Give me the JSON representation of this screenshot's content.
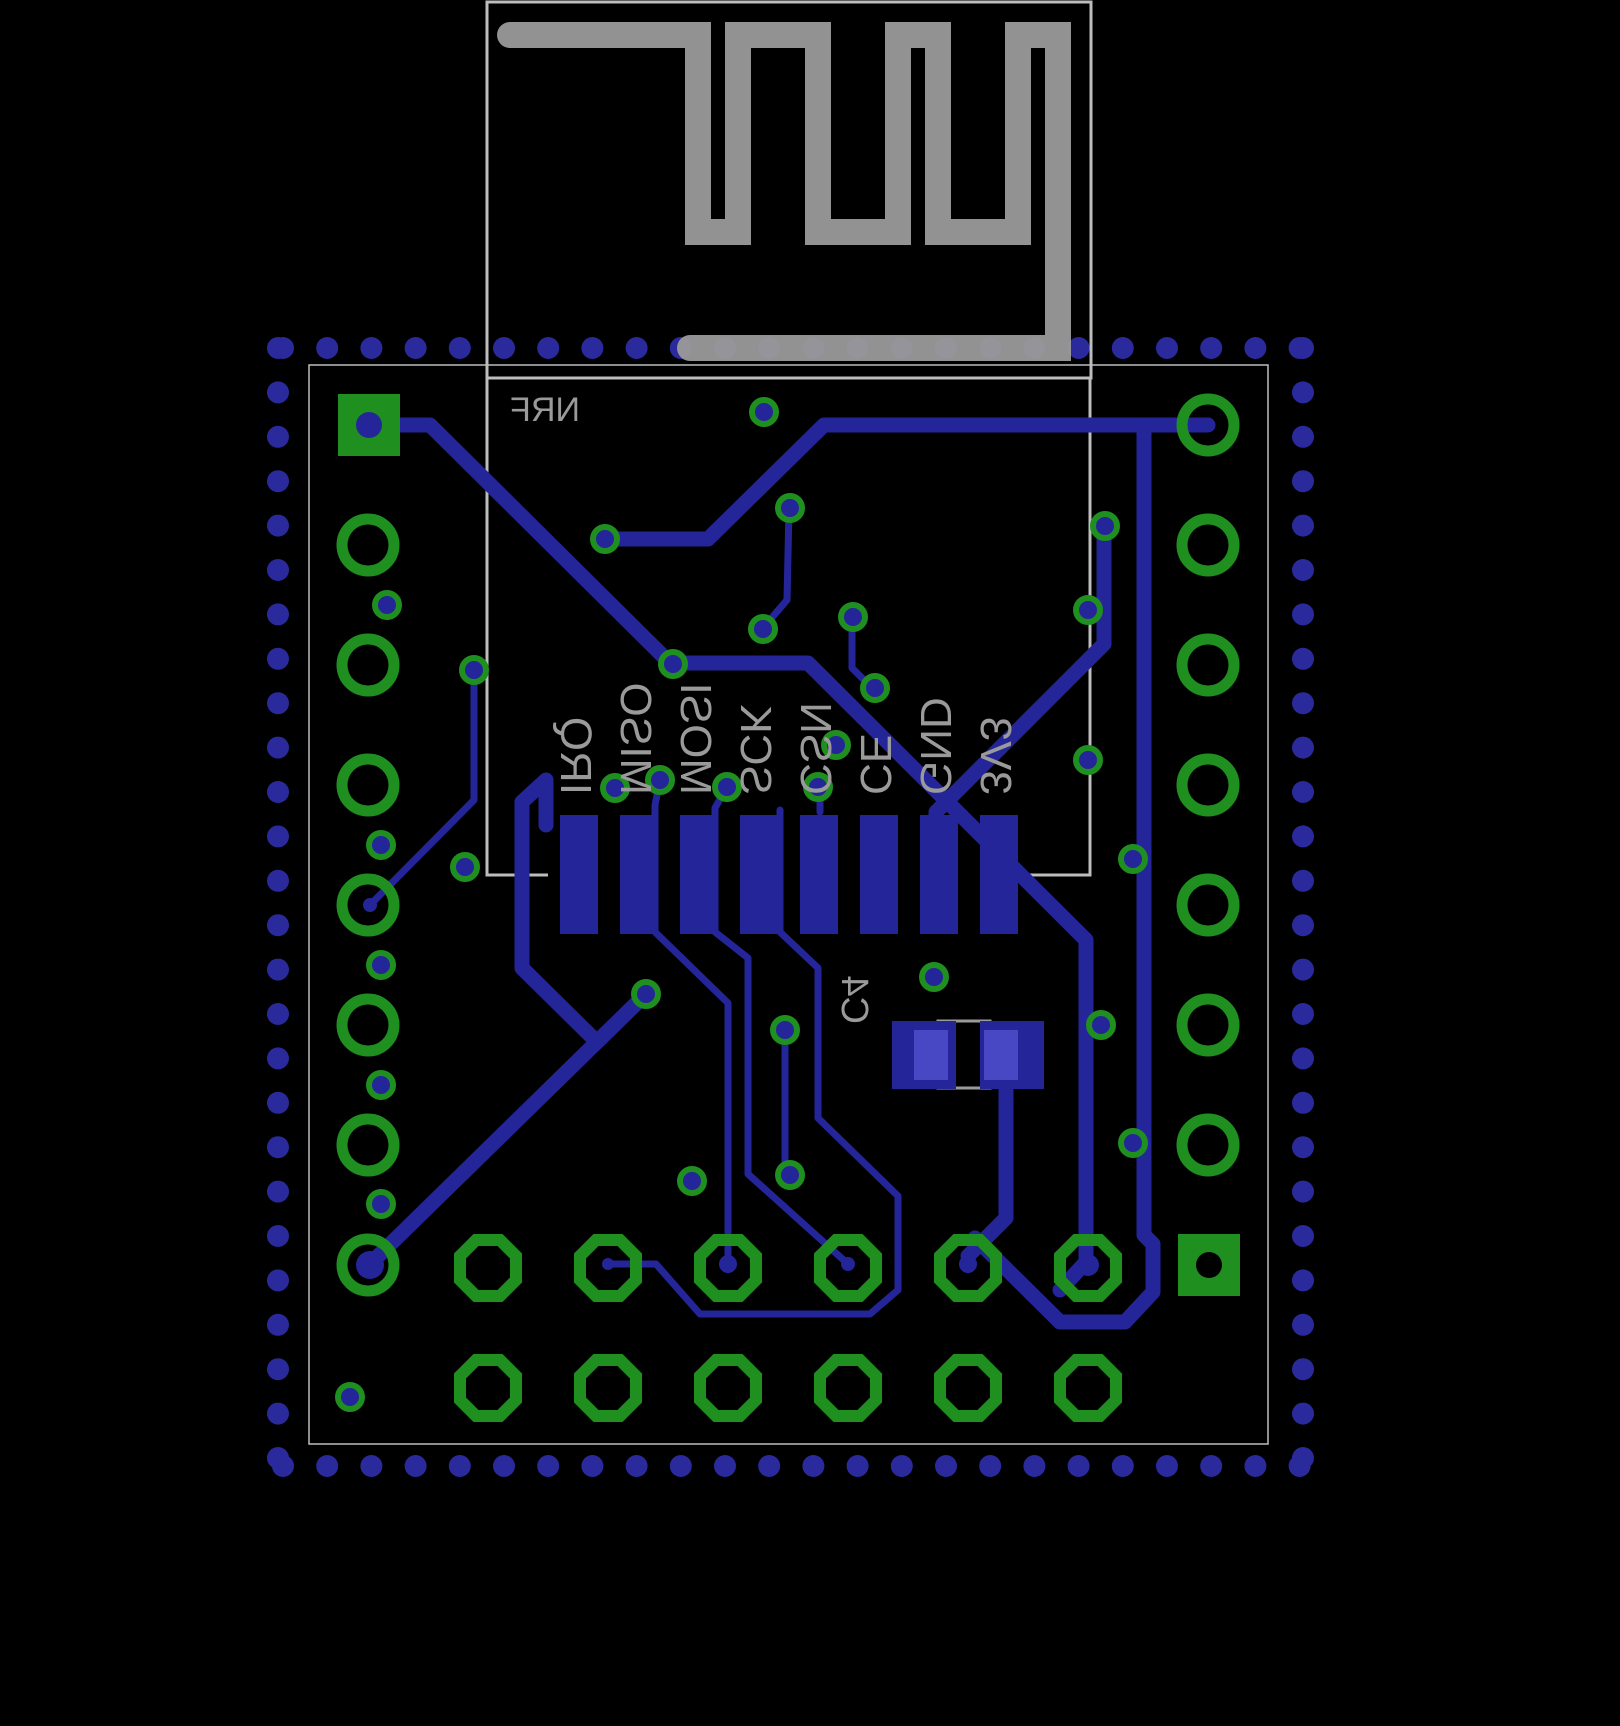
{
  "module": {
    "label": "NRF",
    "pins": [
      "IRQ",
      "MISO",
      "MOSI",
      "SCK",
      "CSN",
      "CE",
      "GND",
      "3V3"
    ]
  },
  "capacitor": {
    "label": "C4"
  },
  "colors": {
    "background": "#000000",
    "copper_bottom": "#25259a",
    "pad_top": "#1f8f1f",
    "silkscreen": "#9a9a9a",
    "outline": "#bdbdbd",
    "via_stitch": "#2a2a9c"
  }
}
